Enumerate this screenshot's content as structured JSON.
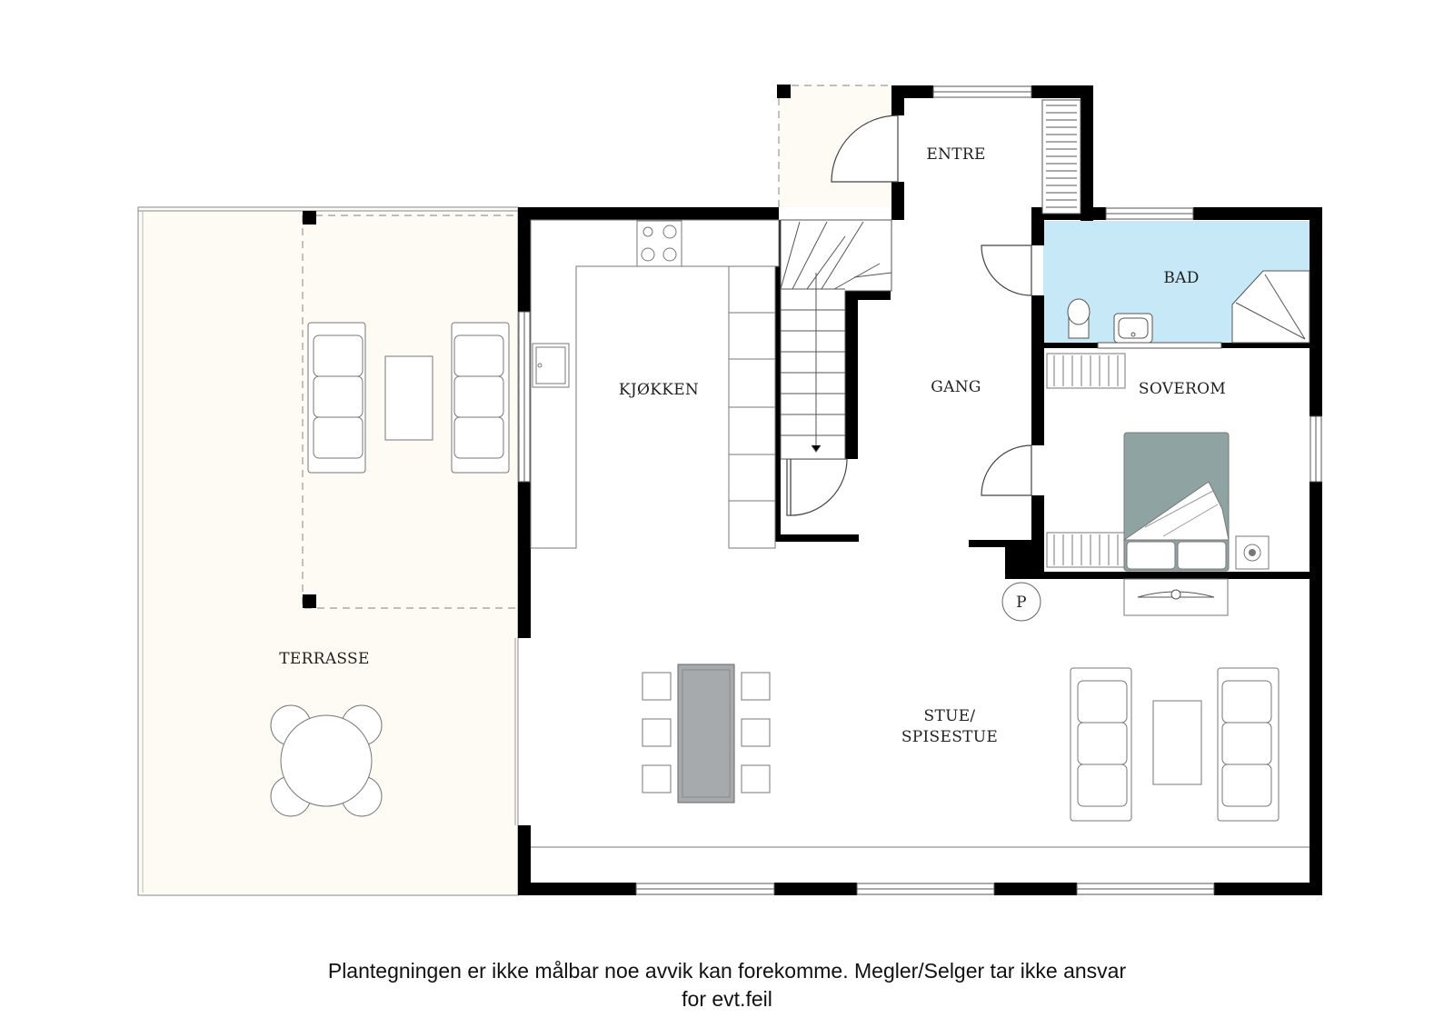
{
  "colors": {
    "wall": "#000000",
    "terrace_fill": "#fdfbf3",
    "bathroom_fill": "#c7e9f7",
    "table_fill": "#a7aaad",
    "bed_fill": "#8fa3a3",
    "furniture_stroke": "#777777"
  },
  "rooms": {
    "entre": "ENTRE",
    "bad": "BAD",
    "kjokken": "KJØKKEN",
    "gang": "GANG",
    "soverom": "SOVEROM",
    "terrasse": "TERRASSE",
    "stue_line1": "STUE/",
    "stue_line2": "SPISESTUE",
    "parking_symbol": "P"
  },
  "disclaimer": {
    "line1": "Plantegningen er ikke målbar noe avvik kan forekomme. Megler/Selger tar ikke ansvar",
    "line2": "for evt.feil"
  }
}
